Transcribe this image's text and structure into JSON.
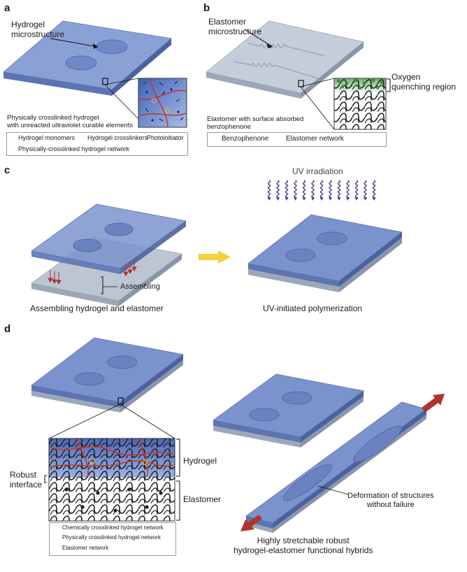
{
  "panels": {
    "a": {
      "letter": "a",
      "callout": "Hydrogel\nmicrostructure",
      "caption": "Physically crosslinked hydrogel\nwith unreacted ultraviolet curable elements",
      "legend": [
        "Hydrogel monomers",
        "Hydrogel crosslinkers",
        "Photoinitiator",
        "Physically-crosslinked hydrogel network"
      ]
    },
    "b": {
      "letter": "b",
      "callout": "Elastomer\nmicrostructure",
      "oxygen": "Oxygen\nquenching region",
      "caption": "Elastomer with surface absorbed\nbenzophenone",
      "legend": [
        "Benzophenone",
        "Elastomer network"
      ]
    },
    "c": {
      "letter": "c",
      "uv": "UV irradiation",
      "assembling": "Assembling",
      "left_caption": "Assembling hydrogel and elastomer",
      "right_caption": "UV-initiated polymerization"
    },
    "d": {
      "letter": "d",
      "hydrogel": "Hydrogel",
      "elastomer": "Elastomer",
      "robust": "Robust\ninterface",
      "deformation": "Deformation of structures\nwithout failure",
      "bottom_caption": "Highly stretchable robust\nhydrogel-elastomer functional hybrids",
      "legend": [
        "Chemically crosslinked hydrogel network",
        "Physically crosslinked hydrogel network",
        "Elastomer network"
      ]
    }
  },
  "colors": {
    "hydrogel": "#7b93cc",
    "hydrogel_dark": "#4f67a8",
    "elastomer": "#b9c3d0",
    "arrow_yellow": "#f3d23a",
    "arrow_red": "#b0332c",
    "uv": "#4a3d8f",
    "network_red": "#c0392b",
    "benzophenone": "#3d8a3d"
  }
}
